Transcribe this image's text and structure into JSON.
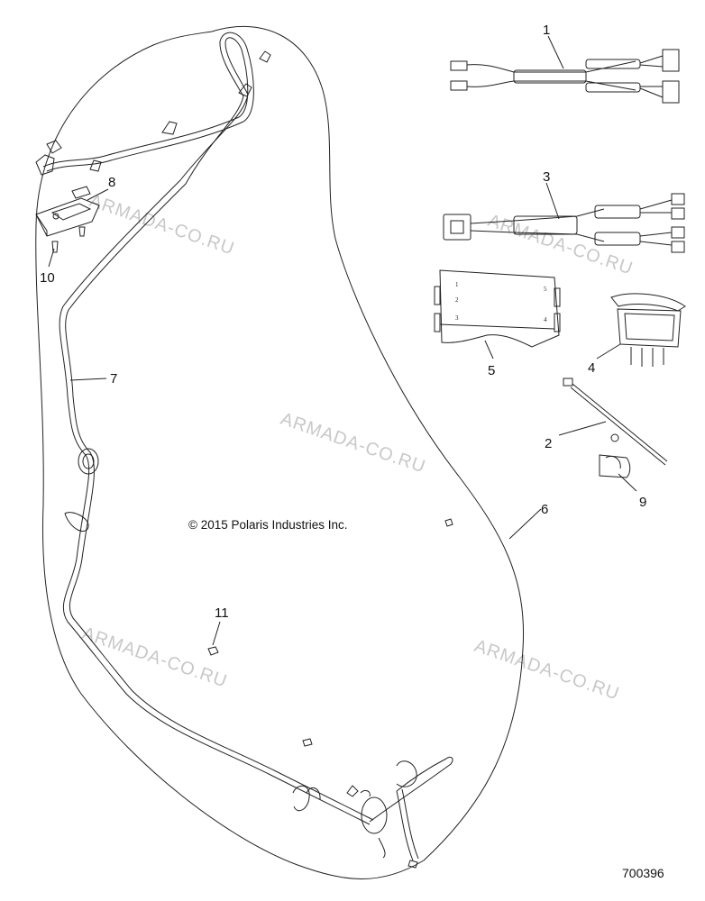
{
  "copyright": "© 2015 Polaris Industries Inc.",
  "figure_number": "700396",
  "watermark": "ARMADA-CO.RU",
  "callouts": {
    "c1": "1",
    "c2": "2",
    "c3": "3",
    "c4": "4",
    "c5": "5",
    "c6": "6",
    "c7": "7",
    "c8": "8",
    "c9": "9",
    "c10": "10",
    "c11": "11"
  },
  "switch_block_labels": {
    "p1": "1",
    "p2": "2",
    "p3": "3",
    "p4": "4",
    "p5": "5"
  }
}
